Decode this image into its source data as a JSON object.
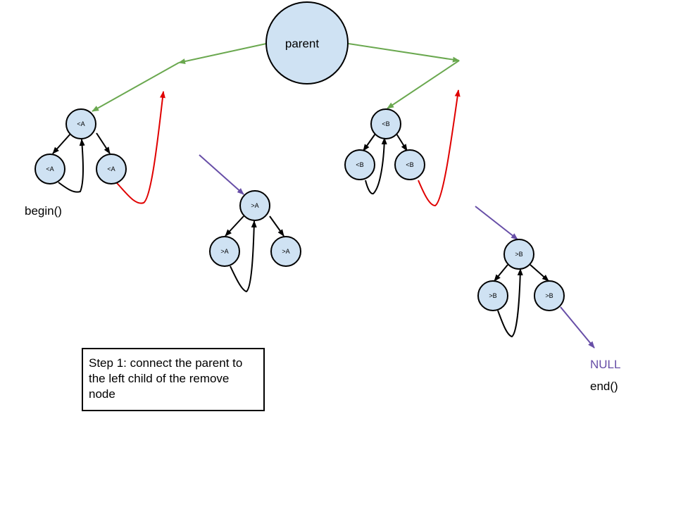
{
  "parent": {
    "label": "parent"
  },
  "subtrees": {
    "lessA": {
      "root": "<A",
      "left": "<A",
      "right": "<A"
    },
    "greaterA": {
      "root": ">A",
      "left": ">A",
      "right": ">A"
    },
    "lessB": {
      "root": "<B",
      "left": "<B",
      "right": "<B"
    },
    "greaterB": {
      "root": ">B",
      "left": ">B",
      "right": ">B"
    }
  },
  "labels": {
    "begin": "begin()",
    "null": "NULL",
    "end": "end()"
  },
  "step": {
    "text": "Step 1: connect the parent to the left child of the remove node"
  },
  "colors": {
    "green_link": "#6aa84f",
    "red_link": "#e00000",
    "purple_link": "#674ea7",
    "node_fill": "#cfe2f3"
  }
}
